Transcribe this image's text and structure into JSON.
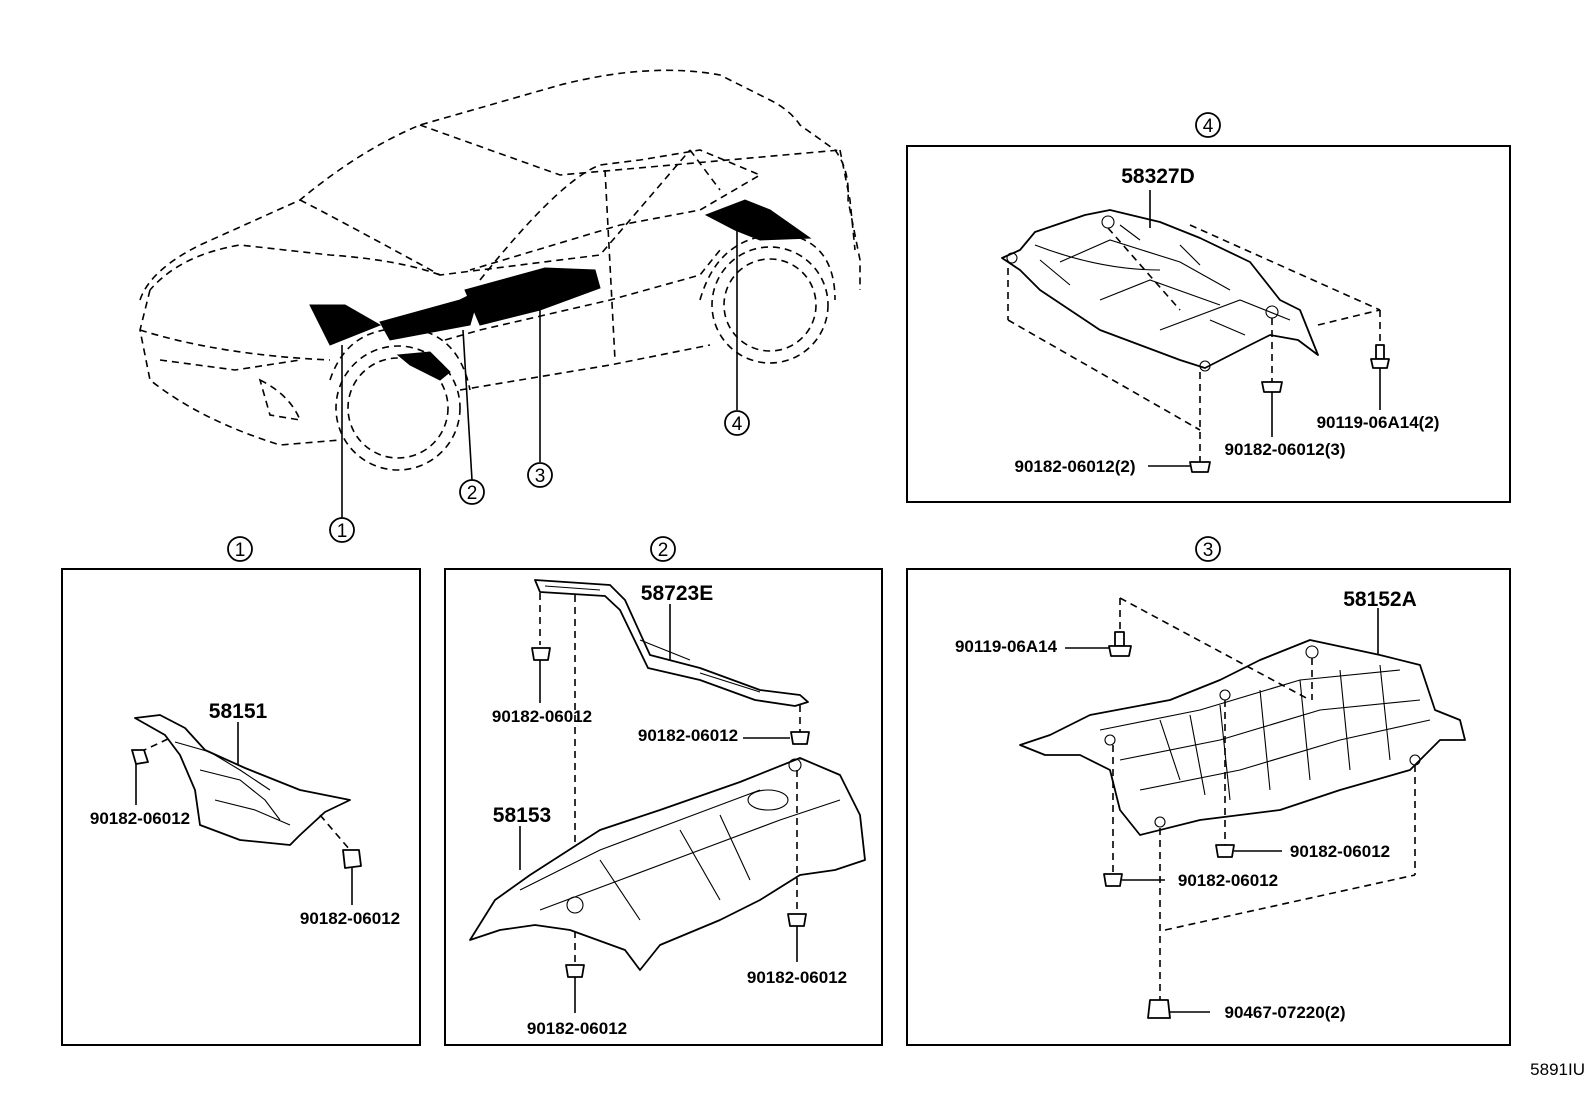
{
  "diagram_code": "5891IU",
  "callouts": {
    "c1": "1",
    "c2": "2",
    "c3": "3",
    "c4": "4"
  },
  "panel1": {
    "heading": "1",
    "main_part": "58151",
    "fastener_a": "90182-06012",
    "fastener_b": "90182-06012"
  },
  "panel2": {
    "heading": "2",
    "bracket_part": "58723E",
    "cover_part": "58153",
    "fastener_bracket_left": "90182-06012",
    "fastener_bracket_right": "90182-06012",
    "fastener_cover_right": "90182-06012",
    "fastener_cover_bottom": "90182-06012"
  },
  "panel3": {
    "heading": "3",
    "main_part": "58152A",
    "bolt": "90119-06A14",
    "fastener_a": "90182-06012",
    "fastener_b": "90182-06012",
    "clip": "90467-07220(2)"
  },
  "panel4": {
    "heading": "4",
    "main_part": "58327D",
    "bolt": "90119-06A14(2)",
    "fastener_a": "90182-06012(3)",
    "fastener_b": "90182-06012(2)"
  }
}
